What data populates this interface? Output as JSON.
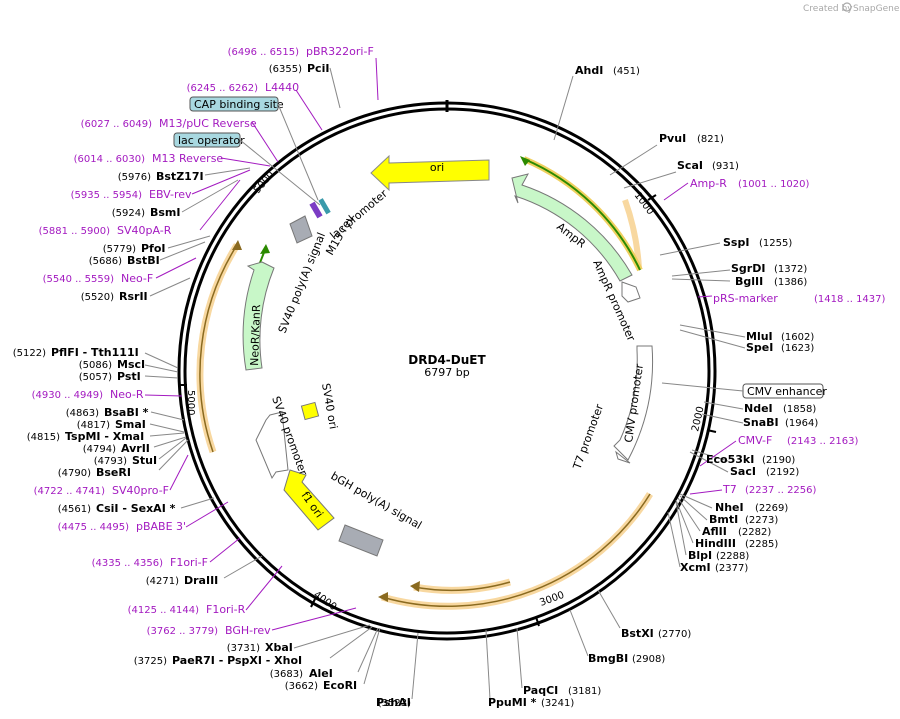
{
  "header": {
    "watermark": "Created by",
    "brand": "SnapGene"
  },
  "plasmid": {
    "name": "DRD4-DuET",
    "length": "6797 bp"
  },
  "ticks": [
    "1000",
    "2000",
    "3000",
    "4000",
    "5000"
  ],
  "enzymes": [
    {
      "label": "AhdI",
      "pos": "(451)"
    },
    {
      "label": "PvuI",
      "pos": "(821)"
    },
    {
      "label": "ScaI",
      "pos": "(931)"
    },
    {
      "label": "SspI",
      "pos": "(1255)"
    },
    {
      "label": "SgrDI",
      "pos": "(1372)"
    },
    {
      "label": "BglII",
      "pos": "(1386)"
    },
    {
      "label": "MluI",
      "pos": "(1602)"
    },
    {
      "label": "SpeI",
      "pos": "(1623)"
    },
    {
      "label": "NdeI",
      "pos": "(1858)"
    },
    {
      "label": "SnaBI",
      "pos": "(1964)"
    },
    {
      "label": "Eco53kI",
      "pos": "(2190)"
    },
    {
      "label": "SacI",
      "pos": "(2192)"
    },
    {
      "label": "NheI",
      "pos": "(2269)"
    },
    {
      "label": "BmtI",
      "pos": "(2273)"
    },
    {
      "label": "AflII",
      "pos": "(2282)"
    },
    {
      "label": "HindIII",
      "pos": "(2285)"
    },
    {
      "label": "BlpI",
      "pos": "(2288)"
    },
    {
      "label": "XcmI",
      "pos": "(2377)"
    },
    {
      "label": "BstXI",
      "pos": "(2770)"
    },
    {
      "label": "BmgBI",
      "pos": "(2908)"
    },
    {
      "label": "PaqCI",
      "pos": "(3181)"
    },
    {
      "label": "PpuMI *",
      "pos": "(3241)"
    },
    {
      "label": "PshAI",
      "pos": "(3523)"
    },
    {
      "label": "EcoRI",
      "pos": "(3662)"
    },
    {
      "label": "AleI",
      "pos": "(3683)"
    },
    {
      "label": "PaeR7I  - PspXI  - XhoI",
      "pos": "(3725)"
    },
    {
      "label": "XbaI",
      "pos": "(3731)"
    },
    {
      "label": "DraIII",
      "pos": "(4271)"
    },
    {
      "label": "CsiI  - SexAI *",
      "pos": "(4561)"
    },
    {
      "label": "BseRI",
      "pos": "(4790)"
    },
    {
      "label": "StuI",
      "pos": "(4793)"
    },
    {
      "label": "AvrII",
      "pos": "(4794)"
    },
    {
      "label": "TspMI  - XmaI",
      "pos": "(4815)"
    },
    {
      "label": "SmaI",
      "pos": "(4817)"
    },
    {
      "label": "BsaBI *",
      "pos": "(4863)"
    },
    {
      "label": "PstI",
      "pos": "(5057)"
    },
    {
      "label": "MscI",
      "pos": "(5086)"
    },
    {
      "label": "PflFI  - Tth111I",
      "pos": "(5122)"
    },
    {
      "label": "RsrII",
      "pos": "(5520)"
    },
    {
      "label": "BstBI",
      "pos": "(5686)"
    },
    {
      "label": "PfoI",
      "pos": "(5779)"
    },
    {
      "label": "BsmI",
      "pos": "(5924)"
    },
    {
      "label": "BstZ17I",
      "pos": "(5976)"
    },
    {
      "label": "PciI",
      "pos": "(6355)"
    }
  ],
  "primers": [
    {
      "label": "pBR322ori-F",
      "range": "(6496 .. 6515)"
    },
    {
      "label": "L4440",
      "range": "(6245 .. 6262)"
    },
    {
      "label": "M13/pUC Reverse",
      "range": "(6027 .. 6049)"
    },
    {
      "label": "M13 Reverse",
      "range": "(6014 .. 6030)"
    },
    {
      "label": "EBV-rev",
      "range": "(5935 .. 5954)"
    },
    {
      "label": "SV40pA-R",
      "range": "(5881 .. 5900)"
    },
    {
      "label": "Neo-F",
      "range": "(5540 .. 5559)"
    },
    {
      "label": "Neo-R",
      "range": "(4930 .. 4949)"
    },
    {
      "label": "SV40pro-F",
      "range": "(4722 .. 4741)"
    },
    {
      "label": "pBABE 3'",
      "range": "(4475 .. 4495)"
    },
    {
      "label": "F1ori-F",
      "range": "(4335 .. 4356)"
    },
    {
      "label": "F1ori-R",
      "range": "(4125 .. 4144)"
    },
    {
      "label": "BGH-rev",
      "range": "(3762 .. 3779)"
    },
    {
      "label": "Amp-R",
      "range": "(1001 .. 1020)"
    },
    {
      "label": "pRS-marker",
      "range": "(1418 .. 1437)"
    },
    {
      "label": "CMV-F",
      "range": "(2143 .. 2163)"
    },
    {
      "label": "T7",
      "range": "(2237 .. 2256)"
    }
  ],
  "boxed_features": [
    "CAP binding site",
    "lac operator",
    "CMV enhancer"
  ],
  "features": {
    "ori": "ori",
    "AmpR": "AmpR",
    "AmpR_promoter": "AmpR promoter",
    "CMV_promoter": "CMV promoter",
    "T7_promoter": "T7 promoter",
    "bGH": "bGH poly(A) signal",
    "f1_ori": "f1 ori",
    "SV40_promoter": "SV40 promoter",
    "SV40_ori": "SV40 ori",
    "NeoR": "NeoR/KanR",
    "SV40_polyA": "SV40 poly(A) signal",
    "lac_promoter": "lac promoter",
    "M13_rev": "M13 rev"
  },
  "colors": {
    "backbone": "#000000",
    "primer": "#a31ac0",
    "ori": "#ffff00",
    "resistance": "#c8f7c8",
    "orf_highlight": "#f8d8a0",
    "orf_line": "#8a6a20",
    "orf_green": "#2b8a00",
    "terminator": "#a8acb4",
    "box_fill": "#a8d8e0"
  }
}
